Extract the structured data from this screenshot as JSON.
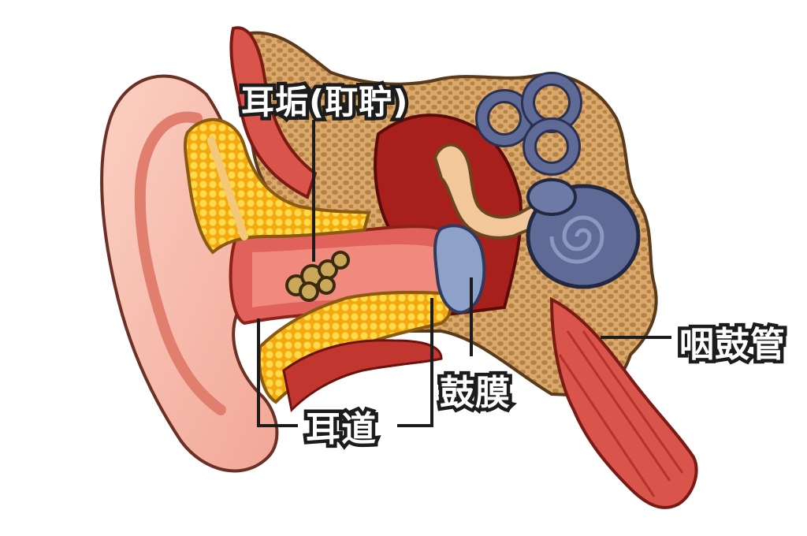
{
  "labels": {
    "earwax": "耳垢(耵聍)",
    "ear_canal": "耳道",
    "eardrum": "鼓膜",
    "eustachian_tube": "咽鼓管"
  },
  "colors": {
    "background": "#ffffff",
    "skin": "#f7b7a6",
    "skin_dark": "#e98c7d",
    "canal_red": "#d8534b",
    "deep_red": "#a8201c",
    "cartilage_yellow": "#f6c417",
    "bone": "#d8a86b",
    "eardrum_blue": "#8ea2c9",
    "cochlea_blue": "#5f6b96",
    "earwax": "#c9a85a",
    "leader_line": "#1c1c1c"
  }
}
